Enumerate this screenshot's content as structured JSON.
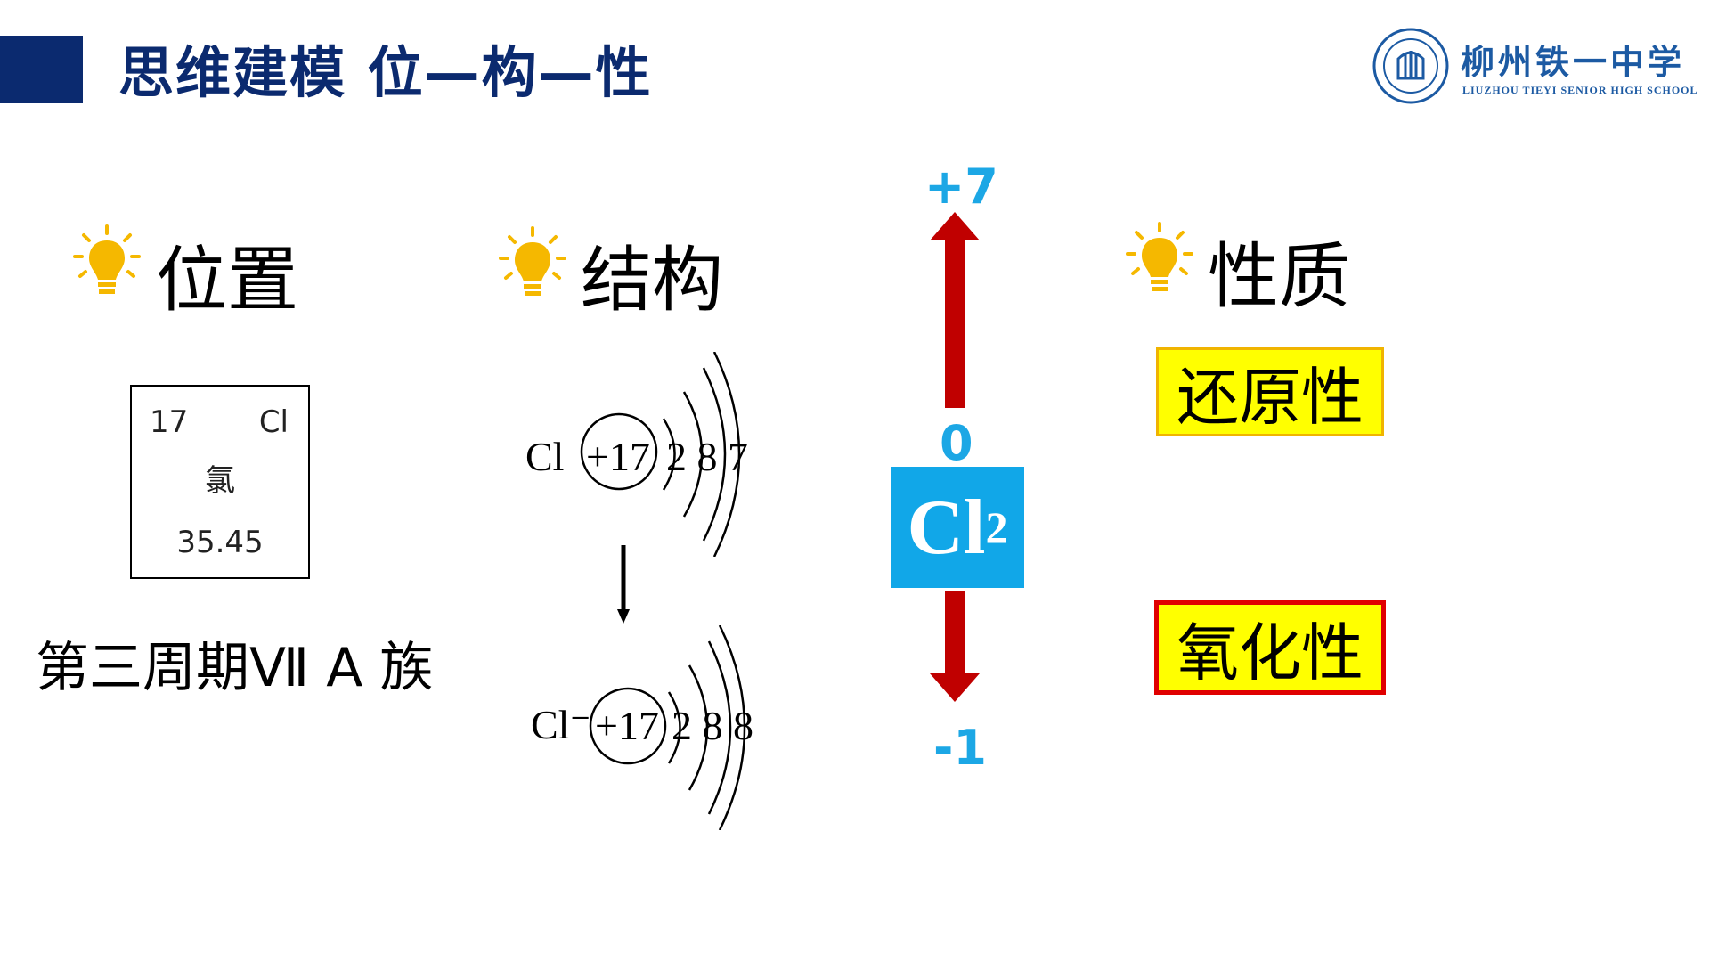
{
  "header": {
    "title": "思维建模 位—构—性",
    "logo_cn": "柳州铁一中学",
    "logo_en": "LIUZHOU TIEYI SENIOR HIGH SCHOOL"
  },
  "position_section": {
    "heading": "位置",
    "element_card": {
      "atomic_number": "17",
      "symbol": "Cl",
      "name": "氯",
      "atomic_mass": "35.45"
    },
    "period_group": "第三周期Ⅶ A 族"
  },
  "structure_section": {
    "heading": "结构",
    "atom": {
      "symbol": "Cl",
      "nucleus": "+17",
      "shells": "2 8 7"
    },
    "ion": {
      "symbol": "Cl⁻",
      "nucleus": "+17",
      "shells": "2 8 8"
    }
  },
  "oxidation_axis": {
    "top": "+7",
    "middle": "0",
    "bottom": "-1",
    "species": "Cl",
    "species_subscript": "2"
  },
  "property_section": {
    "heading": "性质",
    "reducing": "还原性",
    "oxidizing": "氧化性"
  },
  "colors": {
    "title_blue": "#0b2a6f",
    "accent_cyan": "#11a7e8",
    "arrow_red": "#c00000",
    "highlight_yellow": "#ffff00",
    "bulb_yellow": "#f5b800"
  },
  "icons": [
    "lightbulb-icon",
    "school-logo-icon",
    "arrow-up-icon",
    "arrow-down-icon"
  ]
}
